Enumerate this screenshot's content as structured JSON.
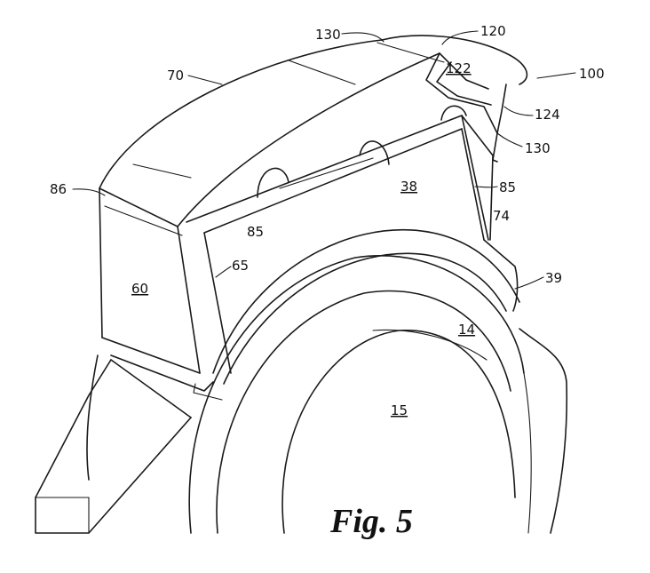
{
  "figure": {
    "caption": "Fig. 5"
  },
  "labels": {
    "l130a": "130",
    "l120": "120",
    "l70": "70",
    "l122": "122",
    "l100": "100",
    "l124": "124",
    "l130b": "130",
    "l86": "86",
    "l38": "38",
    "l85a": "85",
    "l85b": "85",
    "l74": "74",
    "l65": "65",
    "l60": "60",
    "l39": "39",
    "l14": "14",
    "l15": "15"
  }
}
